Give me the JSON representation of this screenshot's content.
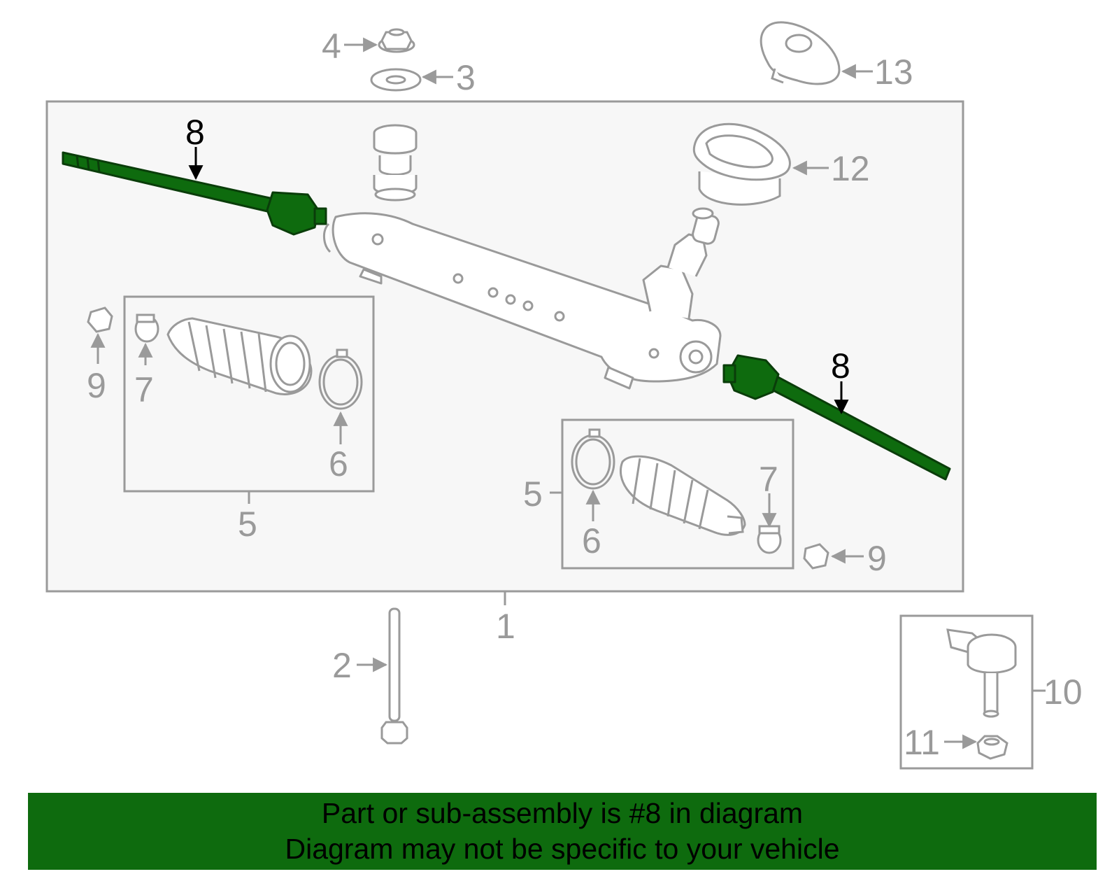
{
  "colors": {
    "line_gray": "#9a9a9a",
    "panel_bg": "#f7f7f7",
    "highlight_green": "#0e6b0e",
    "highlight_dark": "#0a3d0a"
  },
  "callouts": {
    "c1": "1",
    "c2": "2",
    "c3": "3",
    "c4": "4",
    "c5_left": "5",
    "c5_right": "5",
    "c6_left": "6",
    "c6_right": "6",
    "c7_left": "7",
    "c7_right": "7",
    "c8_left": "8",
    "c8_right": "8",
    "c9_left": "9",
    "c9_right": "9",
    "c10": "10",
    "c11": "11",
    "c12": "12",
    "c13": "13"
  },
  "banner": {
    "line1": "Part or sub-assembly is #8 in diagram",
    "line2": "Diagram may not be specific to your vehicle"
  }
}
